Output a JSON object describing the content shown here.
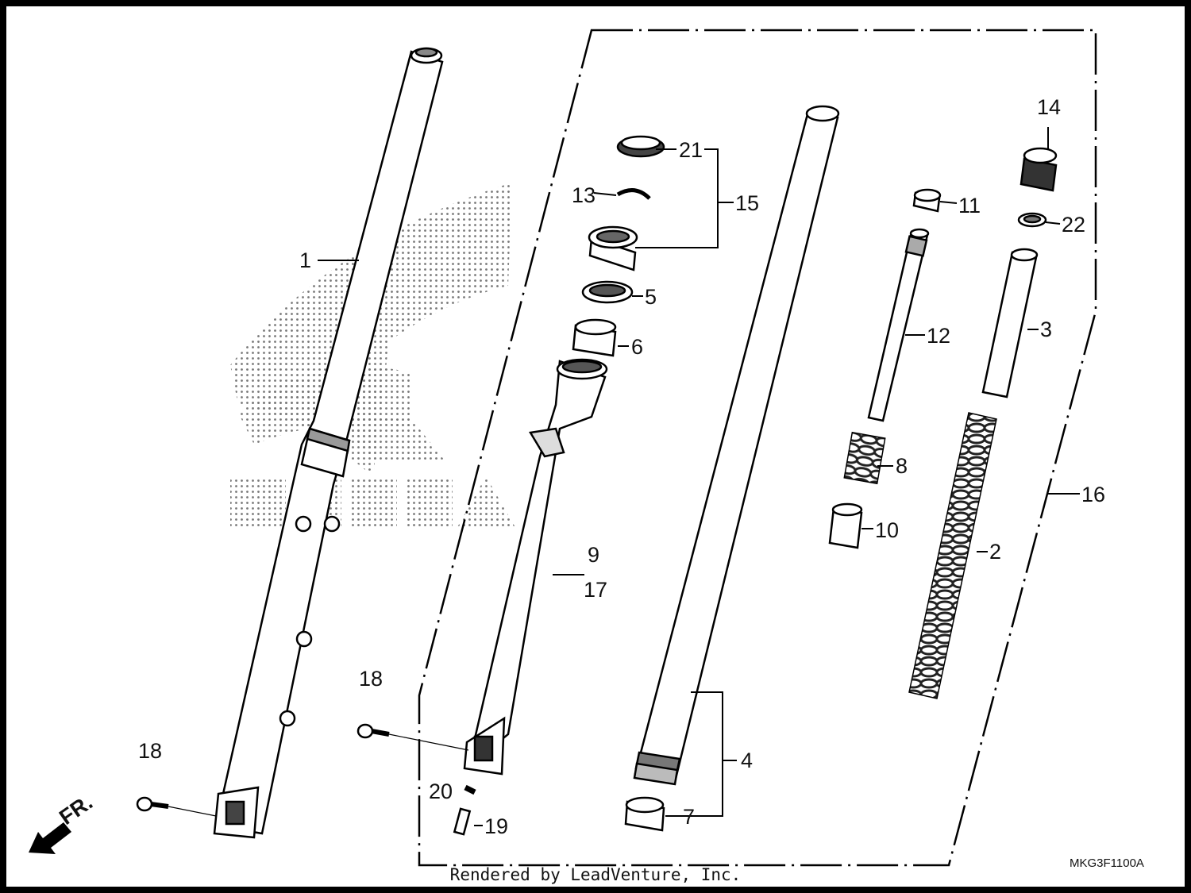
{
  "diagram": {
    "code": "MKG3F1100A",
    "direction_label": "FR.",
    "watermark_text": "HONDA",
    "footer": "Rendered by LeadVenture, Inc.",
    "callouts": {
      "c1": "1",
      "c2": "2",
      "c3": "3",
      "c4": "4",
      "c5": "5",
      "c6": "6",
      "c7": "7",
      "c8": "8",
      "c9": "9",
      "c10": "10",
      "c11": "11",
      "c12": "12",
      "c13": "13",
      "c14": "14",
      "c15": "15",
      "c16": "16",
      "c17": "17",
      "c18a": "18",
      "c18b": "18",
      "c19": "19",
      "c20": "20",
      "c21": "21",
      "c22": "22"
    }
  }
}
